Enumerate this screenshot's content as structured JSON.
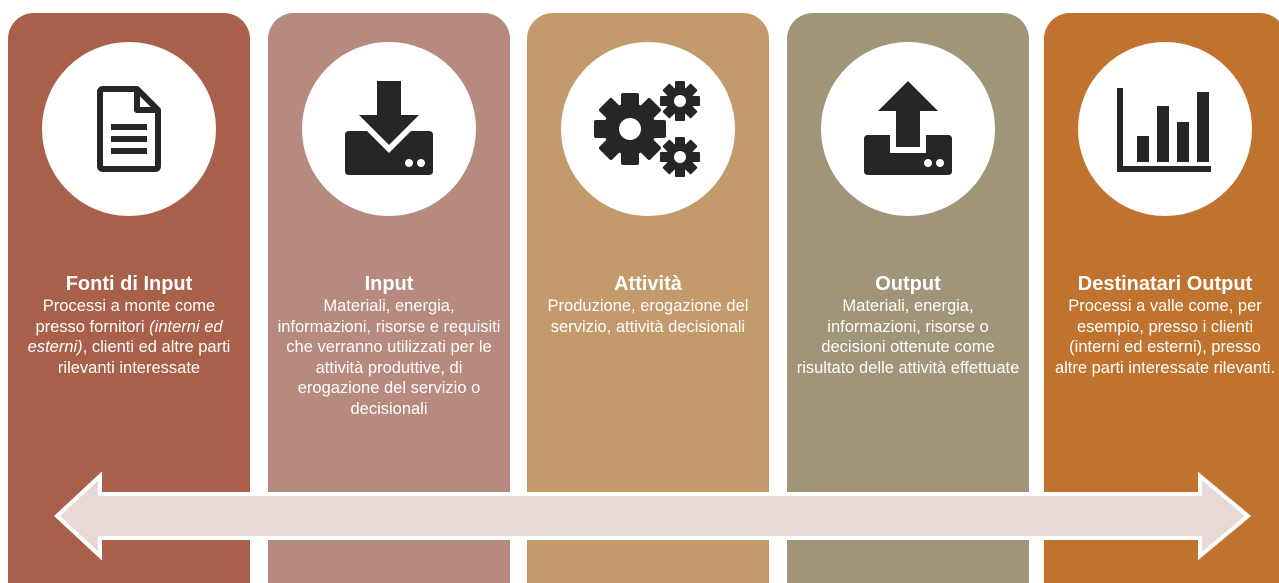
{
  "columns": [
    {
      "title": "Fonti di Input",
      "desc_parts": [
        {
          "text": "Processi a monte come presso fornitori ",
          "italic": false
        },
        {
          "text": "(interni ed esterni)",
          "italic": true
        },
        {
          "text": ", clienti ed altre parti rilevanti interessate",
          "italic": false
        }
      ],
      "icon": "document-icon",
      "color": "#A8604A"
    },
    {
      "title": "Input",
      "desc_parts": [
        {
          "text": "Materiali, energia, informazioni, risorse e requisiti che verranno utilizzati per le attività produttive,  di erogazione del servizio o decisionali",
          "italic": false
        }
      ],
      "icon": "download-icon",
      "color": "#B68A7E"
    },
    {
      "title": "Attività",
      "desc_parts": [
        {
          "text": "Produzione, erogazione del servizio, attività decisionali",
          "italic": false
        }
      ],
      "icon": "gears-icon",
      "color": "#C29A6B"
    },
    {
      "title": "Output",
      "desc_parts": [
        {
          "text": "Materiali, energia, informazioni, risorse o decisioni ottenute come risultato delle attività effettuate",
          "italic": false
        }
      ],
      "icon": "upload-icon",
      "color": "#A09578"
    },
    {
      "title": "Destinatari Output",
      "desc_parts": [
        {
          "text": "Processi a valle come, per esempio, presso i clienti (interni ed esterni), presso altre parti interessate rilevanti.",
          "italic": false
        }
      ],
      "icon": "bar-chart-icon",
      "color": "#C0732F"
    }
  ],
  "colors": {
    "arrow_fill": "#E6D9D6",
    "arrow_stroke": "#ffffff",
    "icon_color": "#262626",
    "circle": "#ffffff"
  }
}
